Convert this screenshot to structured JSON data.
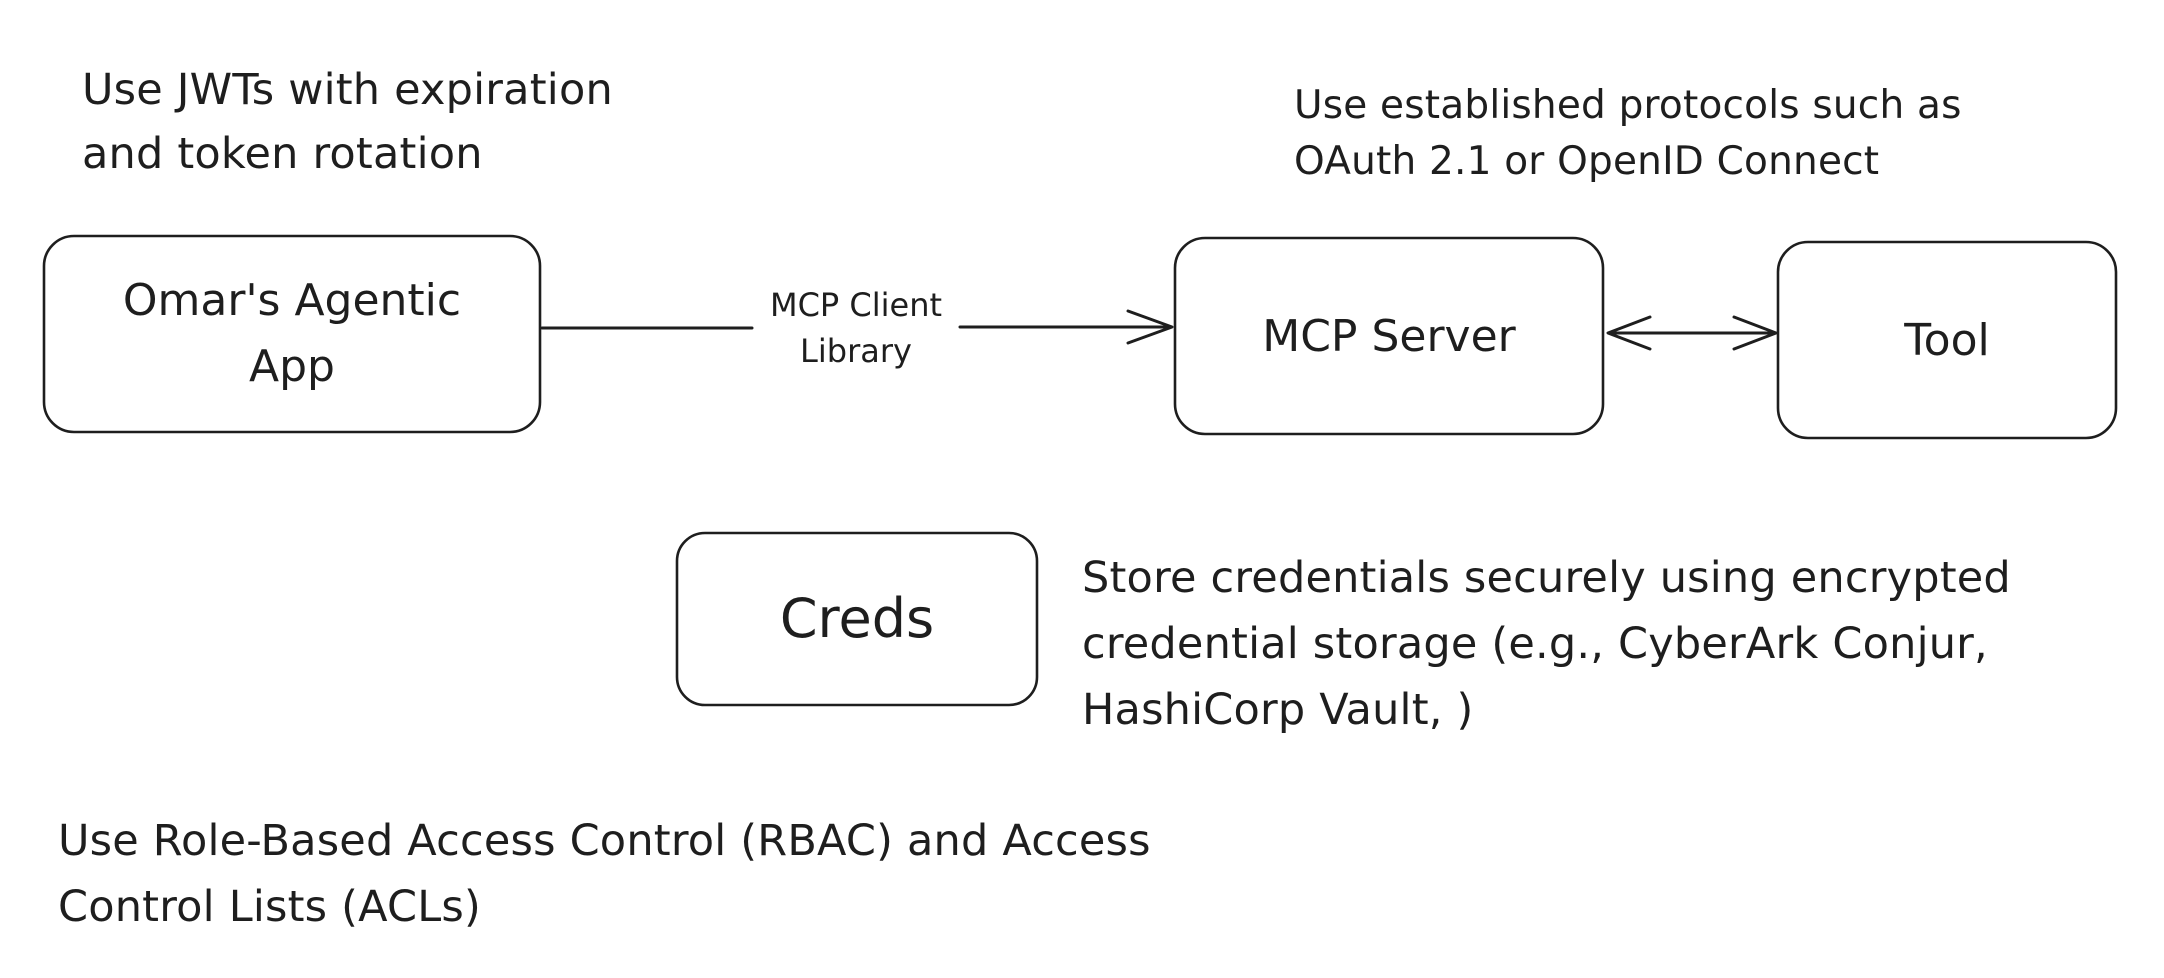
{
  "notes": {
    "jwt": {
      "line1": "Use JWTs with expiration",
      "line2": "and token rotation"
    },
    "protocols": {
      "line1": "Use established protocols such as",
      "line2": "OAuth 2.1 or OpenID Connect"
    },
    "storage": {
      "line1": "Store credentials securely using encrypted",
      "line2": "credential storage (e.g., CyberArk Conjur,",
      "line3": "HashiCorp Vault, )"
    },
    "rbac": {
      "line1": "Use Role-Based Access Control (RBAC) and Access",
      "line2": "Control Lists (ACLs)"
    }
  },
  "nodes": {
    "app": {
      "line1": "Omar's Agentic",
      "line2": "App"
    },
    "server": {
      "label": "MCP Server"
    },
    "tool": {
      "label": "Tool"
    },
    "creds": {
      "label": "Creds"
    }
  },
  "edges": {
    "client_library": {
      "line1": "MCP Client",
      "line2": "Library"
    }
  },
  "colors": {
    "stroke": "#1e1e1e",
    "background": "#ffffff"
  }
}
